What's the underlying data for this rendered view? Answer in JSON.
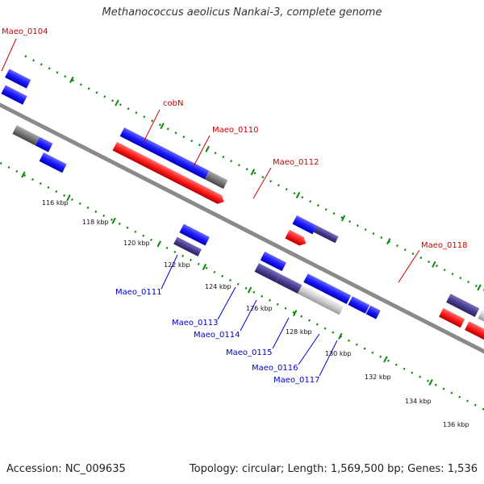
{
  "title": "Methanococcus aeolicus Nankai-3, complete genome",
  "footer": {
    "accession": "Accession: NC_009635",
    "topology": "Topology: circular; Length: 1,569,500 bp; Genes: 1,536"
  },
  "colors": {
    "blue": "#1a1aff",
    "red": "#ff1a1a",
    "purple": "#4a3f8f",
    "gray": "#777777",
    "lightgray": "#cccccc",
    "green": "#0a7d0a",
    "backbone": "#888888"
  },
  "kbp_labels": [
    "116 kbp",
    "118 kbp",
    "120 kbp",
    "122 kbp",
    "124 kbp",
    "126 kbp",
    "128 kbp",
    "130 kbp",
    "132 kbp",
    "134 kbp",
    "136 kbp"
  ],
  "gene_labels_top": [
    "Maeo_0104",
    "cobN",
    "Maeo_0110",
    "Maeo_0112",
    "Maeo_0118"
  ],
  "gene_labels_bottom": [
    "Maeo_0111",
    "Maeo_0113",
    "Maeo_0114",
    "Maeo_0115",
    "Maeo_0116",
    "Maeo_0117"
  ]
}
